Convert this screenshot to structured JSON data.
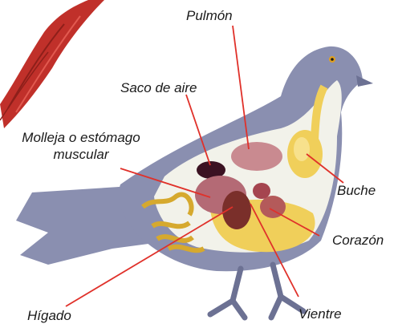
{
  "labels": {
    "pulmon": "Pulmón",
    "saco_de_aire": "Saco de aire",
    "molleja_line1": "Molleja o estómago",
    "molleja_line2": "muscular",
    "buche": "Buche",
    "corazon": "Corazón",
    "higado": "Hígado",
    "vientre": "Vientre"
  },
  "colors": {
    "body": "#8a8fb0",
    "body_shadow": "#6c7193",
    "cavity": "#f2f2ea",
    "digestive": "#f0cf5a",
    "digestive_dark": "#d6a92e",
    "lung": "#c98a90",
    "gizzard": "#b46a75",
    "liver": "#7a2f2a",
    "heart": "#b45a5a",
    "air_sac": "#3b1222",
    "pointer": "#e0312a",
    "muscle": "#c0302a"
  }
}
